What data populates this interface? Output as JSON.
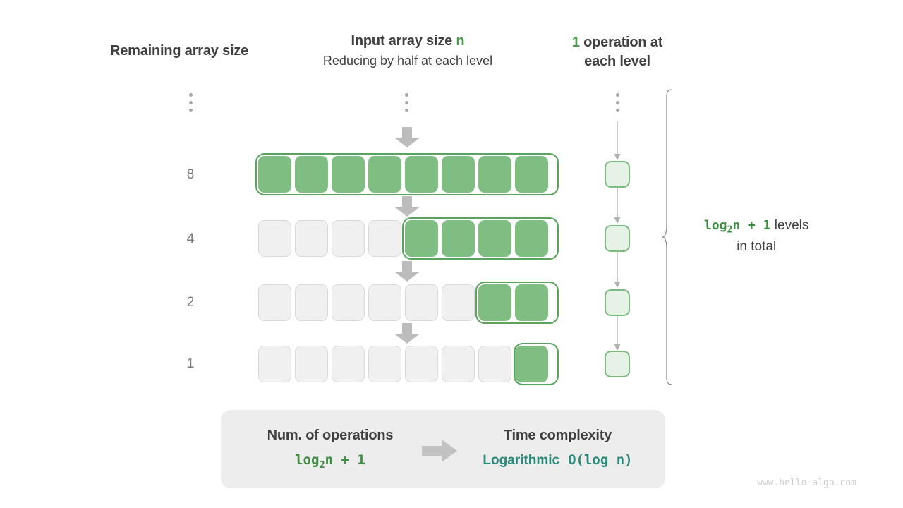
{
  "headings": {
    "left": "Remaining array size",
    "mid_line1_pre": "Input array size ",
    "mid_line1_var": "n",
    "mid_line2": "Reducing by half at each level",
    "right_num": "1",
    "right_rest": " operation at",
    "right_line2": "each level"
  },
  "rows": [
    {
      "label": "8",
      "total_cells": 8,
      "active_cells": 8,
      "active_start": 0
    },
    {
      "label": "4",
      "total_cells": 8,
      "active_cells": 4,
      "active_start": 4
    },
    {
      "label": "2",
      "total_cells": 8,
      "active_cells": 2,
      "active_start": 6
    },
    {
      "label": "1",
      "total_cells": 8,
      "active_cells": 1,
      "active_start": 7
    }
  ],
  "operations": {
    "per_level": 1,
    "cell_count": 4
  },
  "brace_caption": {
    "formula": "log₂n + 1",
    "suffix": " levels",
    "line2": "in total"
  },
  "summary": {
    "left_title": "Num. of operations",
    "left_value": "log₂n + 1",
    "right_title": "Time complexity",
    "right_value_word": "Logarithmic",
    "right_value_big_o": "O(log n)"
  },
  "watermark": "www.hello-algo.com",
  "colors": {
    "accent_green": "#4e9a51",
    "cell_green": "#7fbd83",
    "outline_green": "#59a45d",
    "op_fill": "#e7f2e6",
    "teal": "#2a8a7a",
    "gray_text": "#7a7a7a",
    "panel_bg": "#ededed",
    "arrow_gray": "#b8b8b8"
  }
}
